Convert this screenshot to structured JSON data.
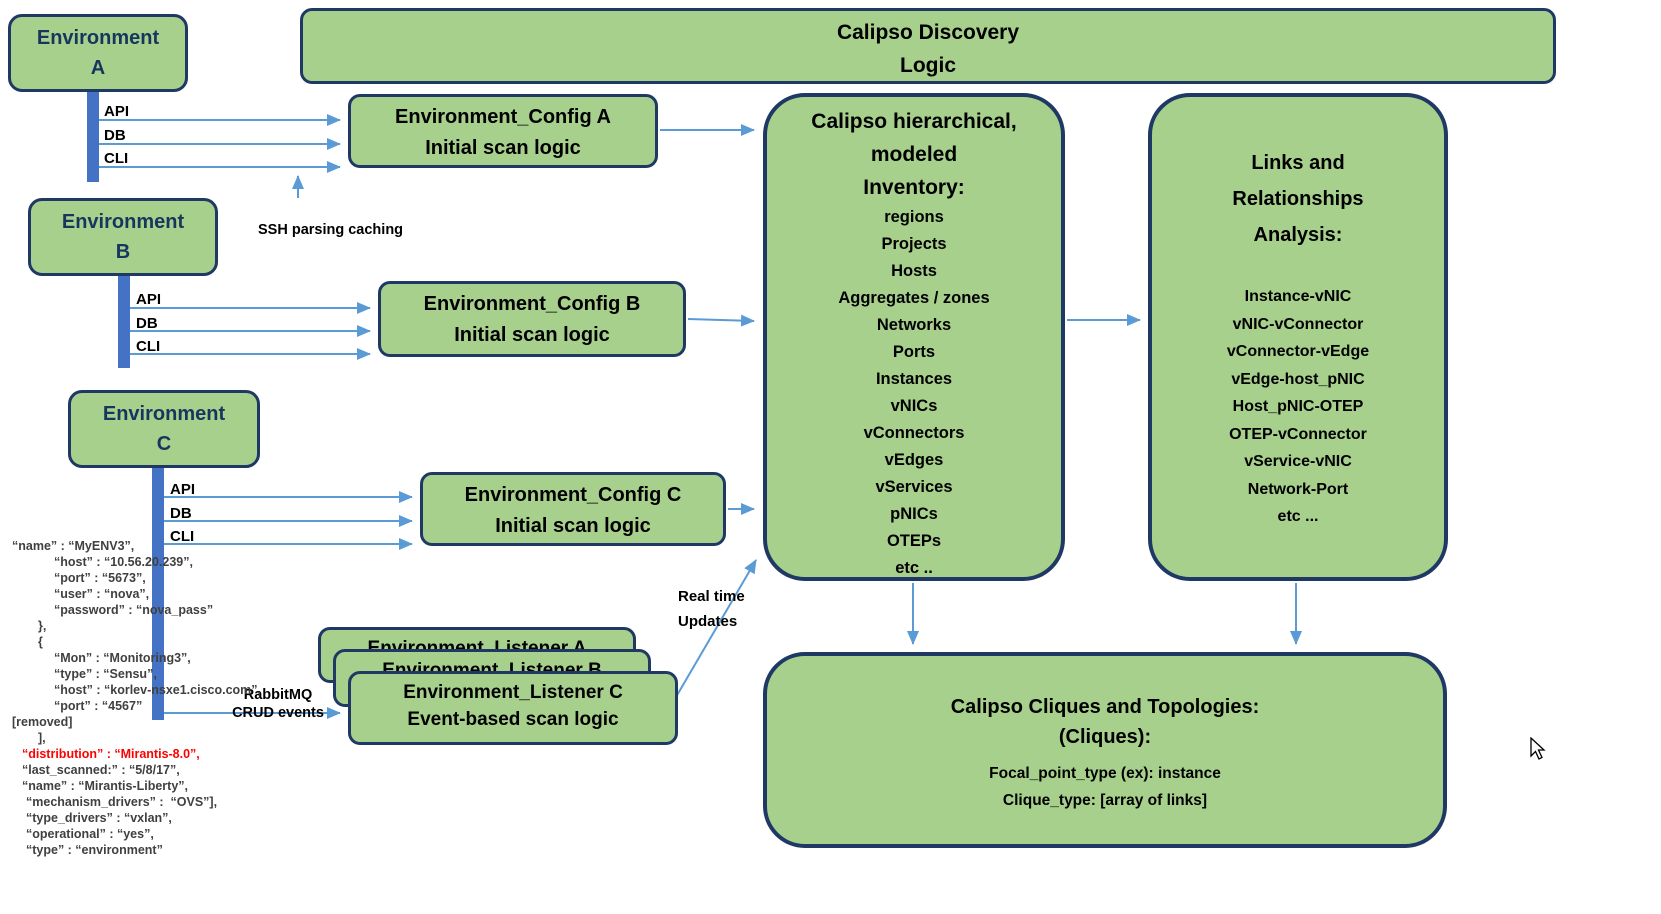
{
  "palette": {
    "box_green": "#A8D08D",
    "border_navy": "#1F3864",
    "arrow_blue": "#5B9BD5",
    "bar_blue": "#4472C4",
    "highlight_red": "#FF0000"
  },
  "header": {
    "title_line1": "Calipso Discovery",
    "title_line2": "Logic"
  },
  "environments": {
    "a": {
      "line1": "Environment",
      "line2": "A",
      "channels": [
        "API",
        "DB",
        "CLI"
      ]
    },
    "b": {
      "line1": "Environment",
      "line2": "B",
      "channels": [
        "API",
        "DB",
        "CLI"
      ]
    },
    "c": {
      "line1": "Environment",
      "line2": "C",
      "channels": [
        "API",
        "DB",
        "CLI"
      ]
    }
  },
  "config_boxes": {
    "a": {
      "line1": "Environment_Config A",
      "line2": "Initial scan logic"
    },
    "b": {
      "line1": "Environment_Config B",
      "line2": "Initial scan logic"
    },
    "c": {
      "line1": "Environment_Config C",
      "line2": "Initial scan logic"
    }
  },
  "listeners": {
    "a": {
      "title": "Environment_Listener A"
    },
    "b": {
      "title": "Environment_Listener B"
    },
    "c": {
      "title": "Environment_Listener C",
      "subtitle": "Event-based scan logic"
    }
  },
  "inventory": {
    "title_lines": [
      "Calipso hierarchical,",
      "modeled",
      "Inventory:"
    ],
    "items": [
      "regions",
      "Projects",
      "Hosts",
      "Aggregates / zones",
      "Networks",
      "Ports",
      "Instances",
      "vNICs",
      "vConnectors",
      "vEdges",
      "vServices",
      "pNICs",
      "OTEPs",
      "etc .."
    ]
  },
  "links_analysis": {
    "title_lines": [
      "Links and",
      "Relationships",
      "Analysis:"
    ],
    "items": [
      "Instance-vNIC",
      "vNIC-vConnector",
      "vConnector-vEdge",
      "vEdge-host_pNIC",
      "Host_pNIC-OTEP",
      "OTEP-vConnector",
      "vService-vNIC",
      "Network-Port",
      "etc ..."
    ]
  },
  "cliques": {
    "title_line1": "Calipso Cliques and Topologies:",
    "title_line2": "(Cliques):",
    "detail_line1": "Focal_point_type (ex): instance",
    "detail_line2": "Clique_type: [array of links]"
  },
  "annotations": {
    "ssh": "SSH parsing caching",
    "rabbitmq_line1": "RabbitMQ",
    "rabbitmq_line2": "CRUD events",
    "realtime_line1": "Real time",
    "realtime_line2": "Updates"
  },
  "code_snippet": {
    "lines": [
      {
        "text": "“name” : “MyENV3”,",
        "indent": 2
      },
      {
        "text": "“host” : “10.56.20.239”,",
        "indent": 44
      },
      {
        "text": "“port” : “5673”,",
        "indent": 44
      },
      {
        "text": "“user” : “nova”,",
        "indent": 44
      },
      {
        "text": "“password” : “nova_pass”",
        "indent": 44
      },
      {
        "text": "},",
        "indent": 28
      },
      {
        "text": "{",
        "indent": 28
      },
      {
        "text": "“Mon” : “Monitoring3”,",
        "indent": 44
      },
      {
        "text": "“type” : “Sensu”,",
        "indent": 44
      },
      {
        "text": "“host” : “korlev-nsxe1.cisco.com”,",
        "indent": 44
      },
      {
        "text": "“port” : “4567”",
        "indent": 44
      },
      {
        "text": "[removed]",
        "indent": 2
      },
      {
        "text": "],",
        "indent": 28
      },
      {
        "text": "“distribution” : “Mirantis-8.0”,",
        "indent": 12,
        "color": "#FF0000"
      },
      {
        "text": "“last_scanned:” : “5/8/17”,",
        "indent": 12
      },
      {
        "text": "“name” : “Mirantis-Liberty”,",
        "indent": 12
      },
      {
        "text": "“mechanism_drivers” :  “OVS”],",
        "indent": 16
      },
      {
        "text": "“type_drivers” : “vxlan”,",
        "indent": 16
      },
      {
        "text": "“operational” : “yes”,",
        "indent": 16
      },
      {
        "text": "“type” : “environment”",
        "indent": 16
      }
    ]
  }
}
